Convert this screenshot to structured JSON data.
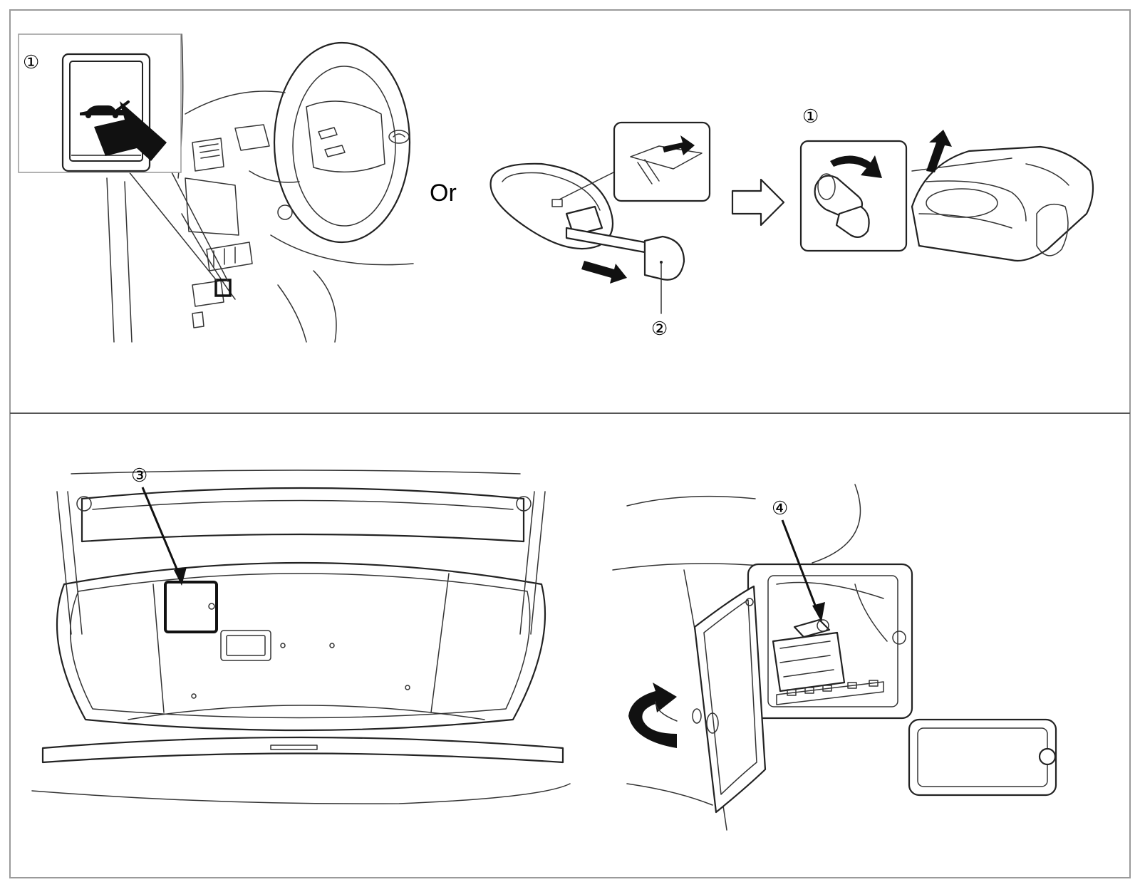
{
  "callouts": {
    "c1_dash": "①",
    "c1_trunk": "①",
    "c2": "②",
    "c3": "③",
    "c4": "④"
  },
  "or_text": "Or",
  "icons": [
    "trunk-opener-switch-icon",
    "key-icon",
    "arrow-right-icon",
    "key-cylinder-icon",
    "rotate-arrow-icon"
  ]
}
